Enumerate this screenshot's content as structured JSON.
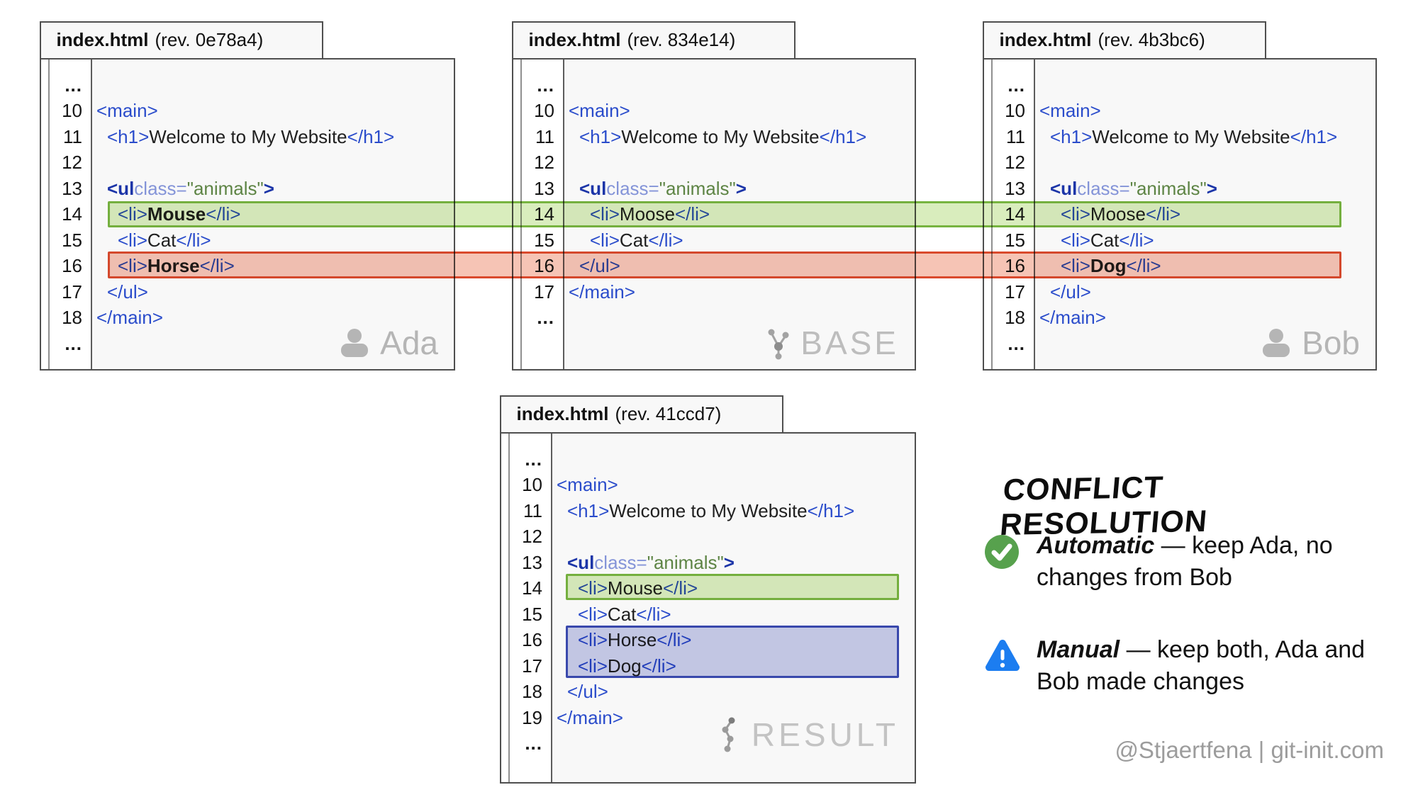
{
  "colors": {
    "panel_bg": "#f8f8f8",
    "panel_border": "#4f4f4f",
    "tag_blue": "#2a4ccb",
    "attr_blue": "#8494d8",
    "string_green": "#5d8444",
    "watermark_gray": "#b5b5b5",
    "check_green": "#57a14d",
    "warning_blue": "#1c7df0"
  },
  "panels": [
    {
      "id": "ada",
      "tab": {
        "file": "index.html",
        "rev": "(rev. 0e78a4)"
      },
      "watermark": {
        "icon": "person-icon",
        "label": "Ada"
      },
      "lines": [
        {
          "n": "...",
          "i": 0,
          "s": []
        },
        {
          "n": "10",
          "i": 0,
          "s": [
            [
              "<main>",
              "tag"
            ]
          ]
        },
        {
          "n": "11",
          "i": 1,
          "s": [
            [
              "<h1>",
              "tag"
            ],
            [
              "Welcome to My Website",
              "txt"
            ],
            [
              "</h1>",
              "tag"
            ]
          ]
        },
        {
          "n": "12",
          "i": 0,
          "s": []
        },
        {
          "n": "13",
          "i": 1,
          "s": [
            [
              "<ul",
              "tagb"
            ],
            [
              " class=",
              "attr"
            ],
            [
              "\"animals\"",
              "str"
            ],
            [
              ">",
              "tagb"
            ]
          ]
        },
        {
          "n": "14",
          "i": 2,
          "s": [
            [
              "<li>",
              "tag"
            ],
            [
              "Mouse",
              "txtb"
            ],
            [
              "</li>",
              "tag"
            ]
          ]
        },
        {
          "n": "15",
          "i": 2,
          "s": [
            [
              "<li>",
              "tag"
            ],
            [
              "Cat",
              "txt"
            ],
            [
              "</li>",
              "tag"
            ]
          ]
        },
        {
          "n": "16",
          "i": 2,
          "s": [
            [
              "<li>",
              "tag"
            ],
            [
              "Horse",
              "txtb"
            ],
            [
              "</li>",
              "tag"
            ]
          ]
        },
        {
          "n": "17",
          "i": 1,
          "s": [
            [
              "</ul>",
              "tag"
            ]
          ]
        },
        {
          "n": "18",
          "i": 0,
          "s": [
            [
              "</main>",
              "tag"
            ]
          ]
        },
        {
          "n": "...",
          "i": 0,
          "s": []
        }
      ]
    },
    {
      "id": "base",
      "tab": {
        "file": "index.html",
        "rev": "(rev. 834e14)"
      },
      "watermark": {
        "icon": "git-branch-icon",
        "label": "BASE"
      },
      "lines": [
        {
          "n": "...",
          "i": 0,
          "s": []
        },
        {
          "n": "10",
          "i": 0,
          "s": [
            [
              "<main>",
              "tag"
            ]
          ]
        },
        {
          "n": "11",
          "i": 1,
          "s": [
            [
              "<h1>",
              "tag"
            ],
            [
              "Welcome to My Website",
              "txt"
            ],
            [
              "</h1>",
              "tag"
            ]
          ]
        },
        {
          "n": "12",
          "i": 0,
          "s": []
        },
        {
          "n": "13",
          "i": 1,
          "s": [
            [
              "<ul",
              "tagb"
            ],
            [
              " class=",
              "attr"
            ],
            [
              "\"animals\"",
              "str"
            ],
            [
              ">",
              "tagb"
            ]
          ]
        },
        {
          "n": "14",
          "i": 2,
          "s": [
            [
              "<li>",
              "tag"
            ],
            [
              "Moose",
              "txt"
            ],
            [
              "</li>",
              "tag"
            ]
          ]
        },
        {
          "n": "15",
          "i": 2,
          "s": [
            [
              "<li>",
              "tag"
            ],
            [
              "Cat",
              "txt"
            ],
            [
              "</li>",
              "tag"
            ]
          ]
        },
        {
          "n": "16",
          "i": 1,
          "s": [
            [
              "</ul>",
              "tag"
            ]
          ]
        },
        {
          "n": "17",
          "i": 0,
          "s": [
            [
              "</main>",
              "tag"
            ]
          ]
        },
        {
          "n": "...",
          "i": 0,
          "s": []
        }
      ]
    },
    {
      "id": "bob",
      "tab": {
        "file": "index.html",
        "rev": "(rev. 4b3bc6)"
      },
      "watermark": {
        "icon": "person-icon",
        "label": "Bob"
      },
      "lines": [
        {
          "n": "...",
          "i": 0,
          "s": []
        },
        {
          "n": "10",
          "i": 0,
          "s": [
            [
              "<main>",
              "tag"
            ]
          ]
        },
        {
          "n": "11",
          "i": 1,
          "s": [
            [
              "<h1>",
              "tag"
            ],
            [
              "Welcome to My Website",
              "txt"
            ],
            [
              "</h1>",
              "tag"
            ]
          ]
        },
        {
          "n": "12",
          "i": 0,
          "s": []
        },
        {
          "n": "13",
          "i": 1,
          "s": [
            [
              "<ul",
              "tagb"
            ],
            [
              " class=",
              "attr"
            ],
            [
              "\"animals\"",
              "str"
            ],
            [
              ">",
              "tagb"
            ]
          ]
        },
        {
          "n": "14",
          "i": 2,
          "s": [
            [
              "<li>",
              "tag"
            ],
            [
              "Moose",
              "txt"
            ],
            [
              "</li>",
              "tag"
            ]
          ]
        },
        {
          "n": "15",
          "i": 2,
          "s": [
            [
              "<li>",
              "tag"
            ],
            [
              "Cat",
              "txt"
            ],
            [
              "</li>",
              "tag"
            ]
          ]
        },
        {
          "n": "16",
          "i": 2,
          "s": [
            [
              "<li>",
              "tag"
            ],
            [
              "Dog",
              "txtb"
            ],
            [
              "</li>",
              "tag"
            ]
          ]
        },
        {
          "n": "17",
          "i": 1,
          "s": [
            [
              "</ul>",
              "tag"
            ]
          ]
        },
        {
          "n": "18",
          "i": 0,
          "s": [
            [
              "</main>",
              "tag"
            ]
          ]
        },
        {
          "n": "...",
          "i": 0,
          "s": []
        }
      ]
    },
    {
      "id": "result",
      "tab": {
        "file": "index.html",
        "rev": "(rev. 41ccd7)"
      },
      "watermark": {
        "icon": "git-graph-icon",
        "label": "RESULT"
      },
      "lines": [
        {
          "n": "...",
          "i": 0,
          "s": []
        },
        {
          "n": "10",
          "i": 0,
          "s": [
            [
              "<main>",
              "tag"
            ]
          ]
        },
        {
          "n": "11",
          "i": 1,
          "s": [
            [
              "<h1>",
              "tag"
            ],
            [
              "Welcome to My Website",
              "txt"
            ],
            [
              "</h1>",
              "tag"
            ]
          ]
        },
        {
          "n": "12",
          "i": 0,
          "s": []
        },
        {
          "n": "13",
          "i": 1,
          "s": [
            [
              "<ul",
              "tagb"
            ],
            [
              " class=",
              "attr"
            ],
            [
              "\"animals\"",
              "str"
            ],
            [
              ">",
              "tagb"
            ]
          ]
        },
        {
          "n": "14",
          "i": 2,
          "s": [
            [
              "<li>",
              "tag"
            ],
            [
              "Mouse",
              "txt"
            ],
            [
              "</li>",
              "tag"
            ]
          ]
        },
        {
          "n": "15",
          "i": 2,
          "s": [
            [
              "<li>",
              "tag"
            ],
            [
              "Cat",
              "txt"
            ],
            [
              "</li>",
              "tag"
            ]
          ]
        },
        {
          "n": "16",
          "i": 2,
          "s": [
            [
              "<li>",
              "tag"
            ],
            [
              "Horse",
              "txt"
            ],
            [
              "</li>",
              "tag"
            ]
          ]
        },
        {
          "n": "17",
          "i": 2,
          "s": [
            [
              "<li>",
              "tag"
            ],
            [
              "Dog",
              "txt"
            ],
            [
              "</li>",
              "tag"
            ]
          ]
        },
        {
          "n": "18",
          "i": 1,
          "s": [
            [
              "</ul>",
              "tag"
            ]
          ]
        },
        {
          "n": "19",
          "i": 0,
          "s": [
            [
              "</main>",
              "tag"
            ]
          ]
        },
        {
          "n": "...",
          "i": 0,
          "s": []
        }
      ]
    }
  ],
  "highlights": {
    "band_green": {
      "lines": "14",
      "fill": "#d9edbd",
      "border": "#77b440"
    },
    "band_red": {
      "lines": "16",
      "fill": "#f6c4b5",
      "border": "#da4a2d"
    },
    "result_green": {
      "lines": "14",
      "fill": "#d9edbd",
      "border": "#77b440"
    },
    "result_blue": {
      "lines": "16-17",
      "fill": "#c8ccea",
      "border": "#3a4ab1"
    }
  },
  "sidebar": {
    "title": "Conflict resolution",
    "bullets": [
      {
        "icon": "check-icon",
        "icon_color": "#57a14d",
        "lead": "Automatic",
        "rest": " — keep Ada, no changes from Bob"
      },
      {
        "icon": "warning-icon",
        "icon_color": "#1c7df0",
        "lead": "Manual",
        "rest": " — keep both, Ada and Bob made changes"
      }
    ],
    "footer": "@Stjaertfena | git-init.com"
  }
}
